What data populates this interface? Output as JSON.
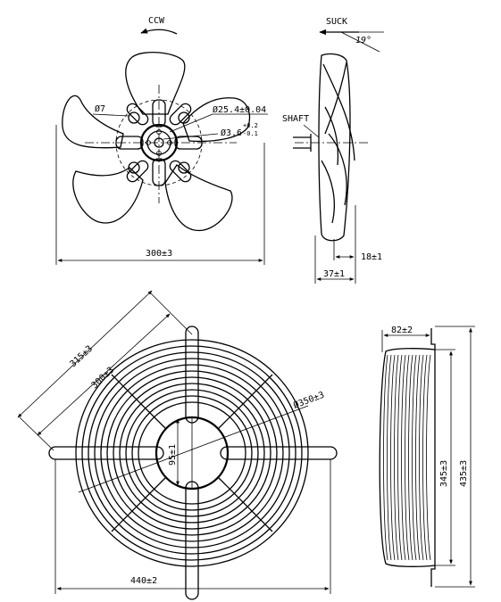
{
  "fan_view": {
    "rotation_label": "CCW",
    "hole_dia": "Ø7",
    "hub_dia": "Ø25.4±0.04",
    "bore_dia": "Ø3.6",
    "bore_tol_upper": "+0.2",
    "bore_tol_lower": "-0.1",
    "diameter": "300±3"
  },
  "side_view": {
    "airflow_label": "SUCK",
    "angle": "19°",
    "shaft_label": "SHAFT",
    "hub_offset": "18±1",
    "depth": "37±1"
  },
  "grille_front": {
    "span": "315±3",
    "ring_dia": "300±3",
    "outer_ring_dia": "Ø350±3",
    "center_dia": "95±1",
    "overall_width": "440±2"
  },
  "grille_side": {
    "depth": "82±2",
    "inner_height": "345±3",
    "outer_height": "435±3"
  }
}
